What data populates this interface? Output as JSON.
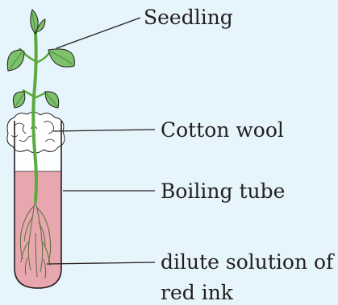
{
  "labels": {
    "seedling": "Seedling",
    "cotton_wool": "Cotton wool",
    "boiling_tube": "Boiling tube",
    "solution_line1": "dilute solution of",
    "solution_line2": "red ink"
  },
  "colors": {
    "background": "#e6f4fb",
    "leaf": "#7ec16b",
    "leaf_vein": "#3d7a33",
    "stem": "#5aaa3f",
    "red_ink": "#e8a7ae",
    "tube_outline": "#231f20",
    "cotton": "#ffffff"
  }
}
